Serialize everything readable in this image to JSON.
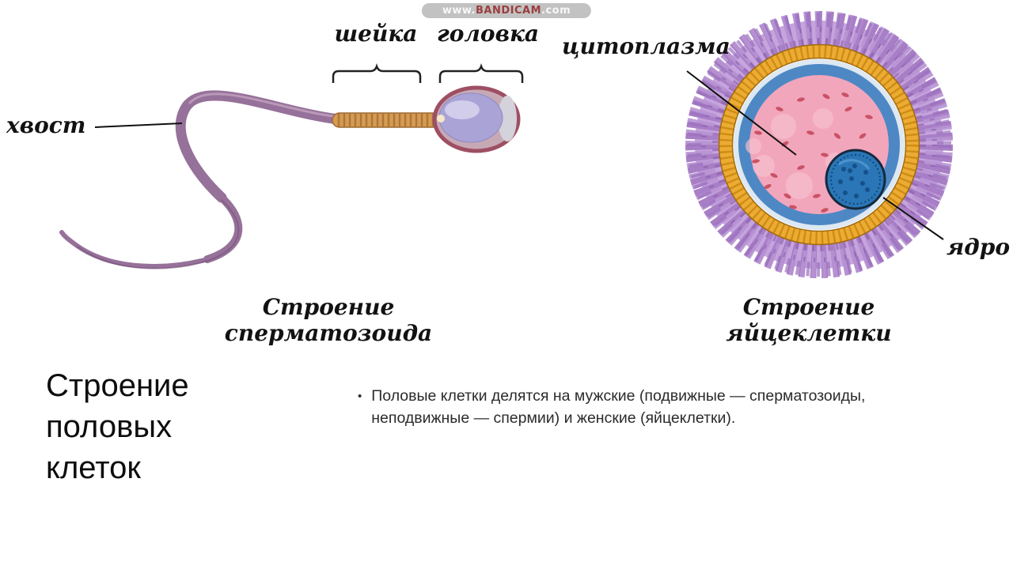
{
  "watermark": {
    "prefix": "www.",
    "name": "BANDICAM",
    "suffix": ".com"
  },
  "sperm": {
    "tail_label": "хвост",
    "neck_label": "шейка",
    "head_label": "головка",
    "caption": "Строение сперматозоида"
  },
  "egg": {
    "cytoplasm_label": "цитоплазма",
    "nucleus_label": "ядро",
    "caption": "Строение яйцеклетки"
  },
  "content": {
    "title": "Строение половых клеток",
    "bullet": "Половые клетки делятся на мужские (подвижные — сперматозоиды, неподвижные — спермии) и женские (яйцеклетки)."
  },
  "colors": {
    "sperm_tail": "#96719a",
    "sperm_midpiece": "#d79a52",
    "sperm_head_inner": "#a9a3d6",
    "sperm_head_rim": "#9e4f63",
    "egg_corona": "#a87fc6",
    "egg_zona": "#ecac34",
    "egg_cytoplasm_ring": "#4e88c4",
    "egg_ooplasm": "#f2a6bc",
    "egg_nucleus": "#2a76b6"
  }
}
